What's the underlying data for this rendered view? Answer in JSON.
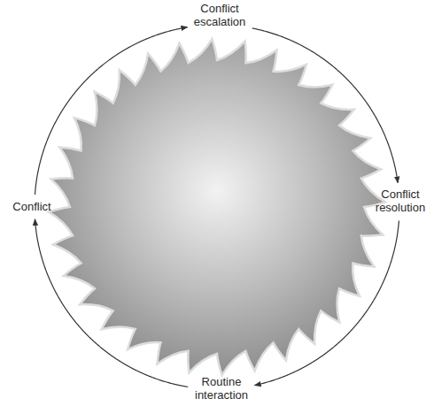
{
  "diagram": {
    "nodes": [
      {
        "text": [
          "Conflict escalation"
        ]
      },
      {
        "text": [
          "Conflict"
        ]
      },
      {
        "text": [
          "Conflict resolution"
        ]
      },
      {
        "text": [
          "Routine interaction"
        ]
      }
    ],
    "edges": [
      {
        "from": 1,
        "to": 0,
        "arrow": "to"
      },
      {
        "from": 0,
        "to": 2,
        "arrow": "to"
      },
      {
        "from": 2,
        "to": 3,
        "arrow": "to"
      },
      {
        "from": 3,
        "to": 1,
        "arrow": "to"
      }
    ]
  }
}
